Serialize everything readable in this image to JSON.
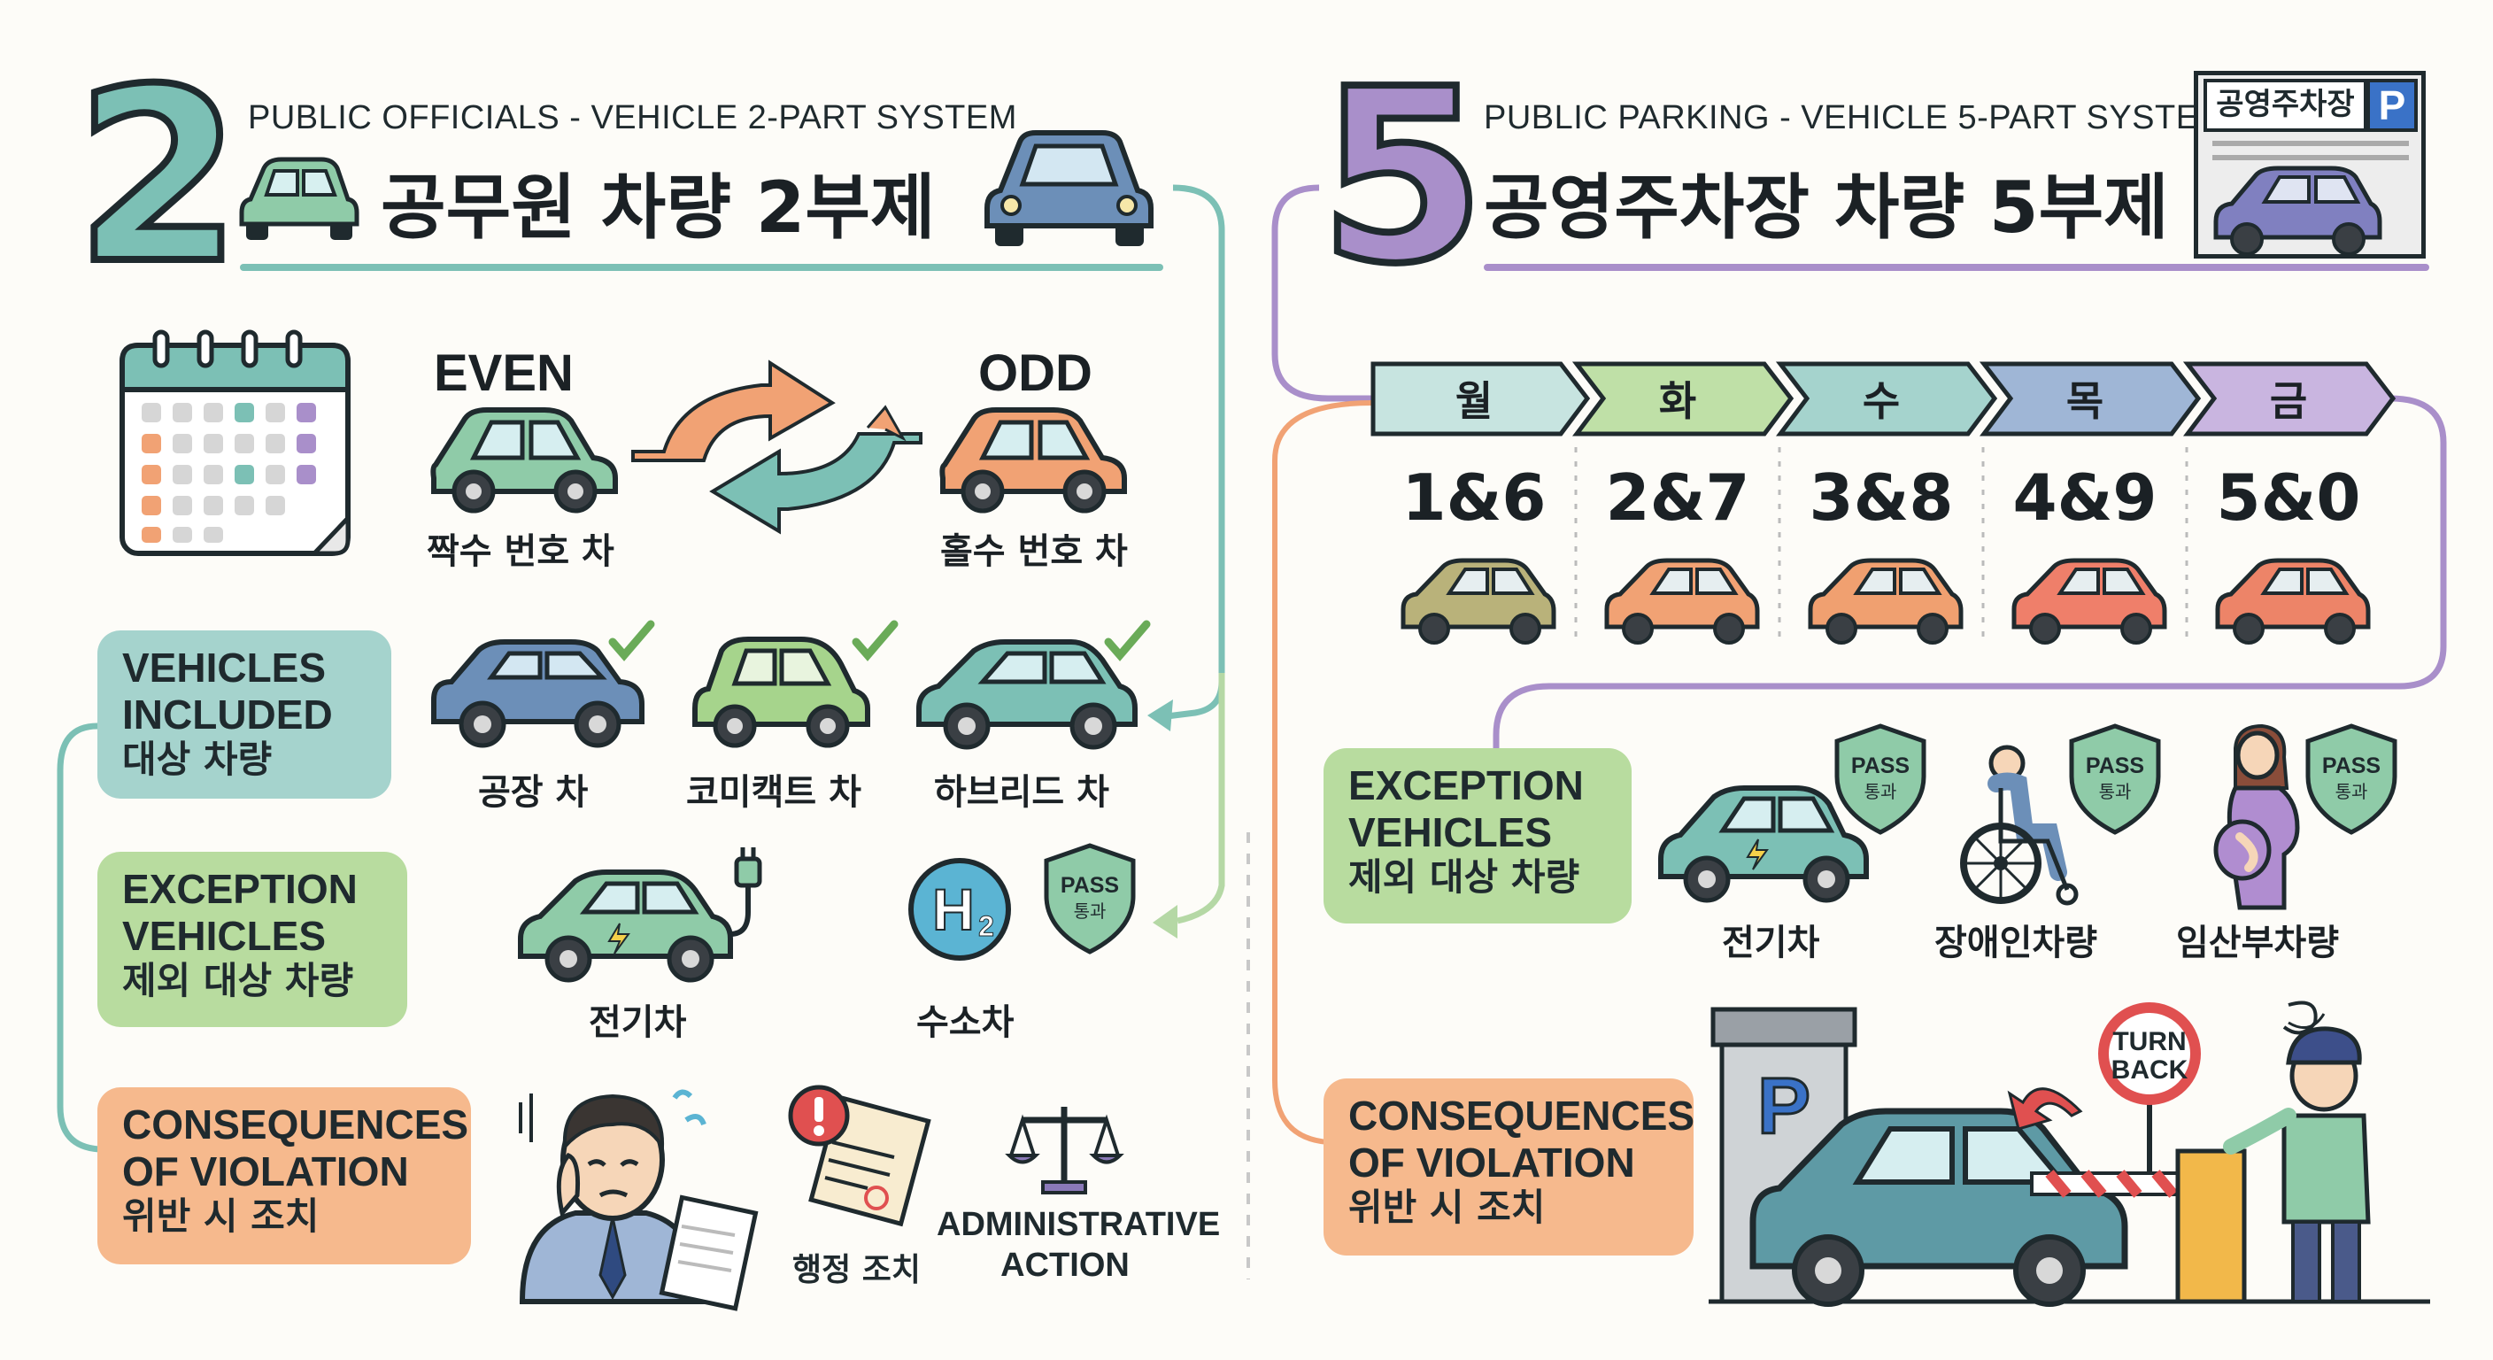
{
  "left": {
    "number": "2",
    "subtitle": "PUBLIC OFFICIALS - VEHICLE 2-PART SYSTEM",
    "title": "공무원 차량 2부제",
    "even_label": "EVEN",
    "odd_label": "ODD",
    "even_caption": "짝수 번호 차",
    "odd_caption": "홀수 번호 차",
    "included_box": [
      "VEHICLES",
      "INCLUDED",
      "대상 차량"
    ],
    "included_vehicles": [
      "공장 차",
      "코미캑트 차",
      "하브리드 차"
    ],
    "exception_box": [
      "EXCEPTION",
      "VEHICLES",
      "제외 대상 차량"
    ],
    "exception_vehicles": [
      "전기차",
      "수소차"
    ],
    "hydrogen_symbol": "H",
    "hydrogen_sub": "2",
    "consequence_box": [
      "CONSEQUENCES",
      "OF VIOLATION",
      "위반 시 조치"
    ],
    "admin_ko": "행정 조치",
    "admin_en": [
      "ADMINISTRATIVE",
      "ACTION"
    ]
  },
  "right": {
    "number": "5",
    "subtitle": "PUBLIC PARKING - VEHICLE 5-PART SYSTEM",
    "title": "공영주차장 차량 5부제",
    "parking_sign": "공영주차장",
    "parking_p": "P",
    "days": [
      "월",
      "화",
      "수",
      "목",
      "금"
    ],
    "plates": [
      "1&6",
      "2&7",
      "3&8",
      "4&9",
      "5&0"
    ],
    "exception_box": [
      "EXCEPTION",
      "VEHICLES",
      "제외 대상 차량"
    ],
    "exception_vehicles": [
      "전기차",
      "장애인차량",
      "임산부차량"
    ],
    "consequence_box": [
      "CONSEQUENCES",
      "OF VIOLATION",
      "위반 시 조치"
    ],
    "turn_back": [
      "TURN",
      "BACK"
    ],
    "garage_p": "P"
  },
  "pass_badge": {
    "en": "PASS",
    "ko": "통과"
  },
  "colors": {
    "teal": "#7cc0b5",
    "green": "#a9d39a",
    "orange": "#f1a274",
    "purple": "#a98fca",
    "teal_box": "#a5d3cd",
    "green_box": "#b8dc9f",
    "orange_box": "#f6b98d"
  }
}
